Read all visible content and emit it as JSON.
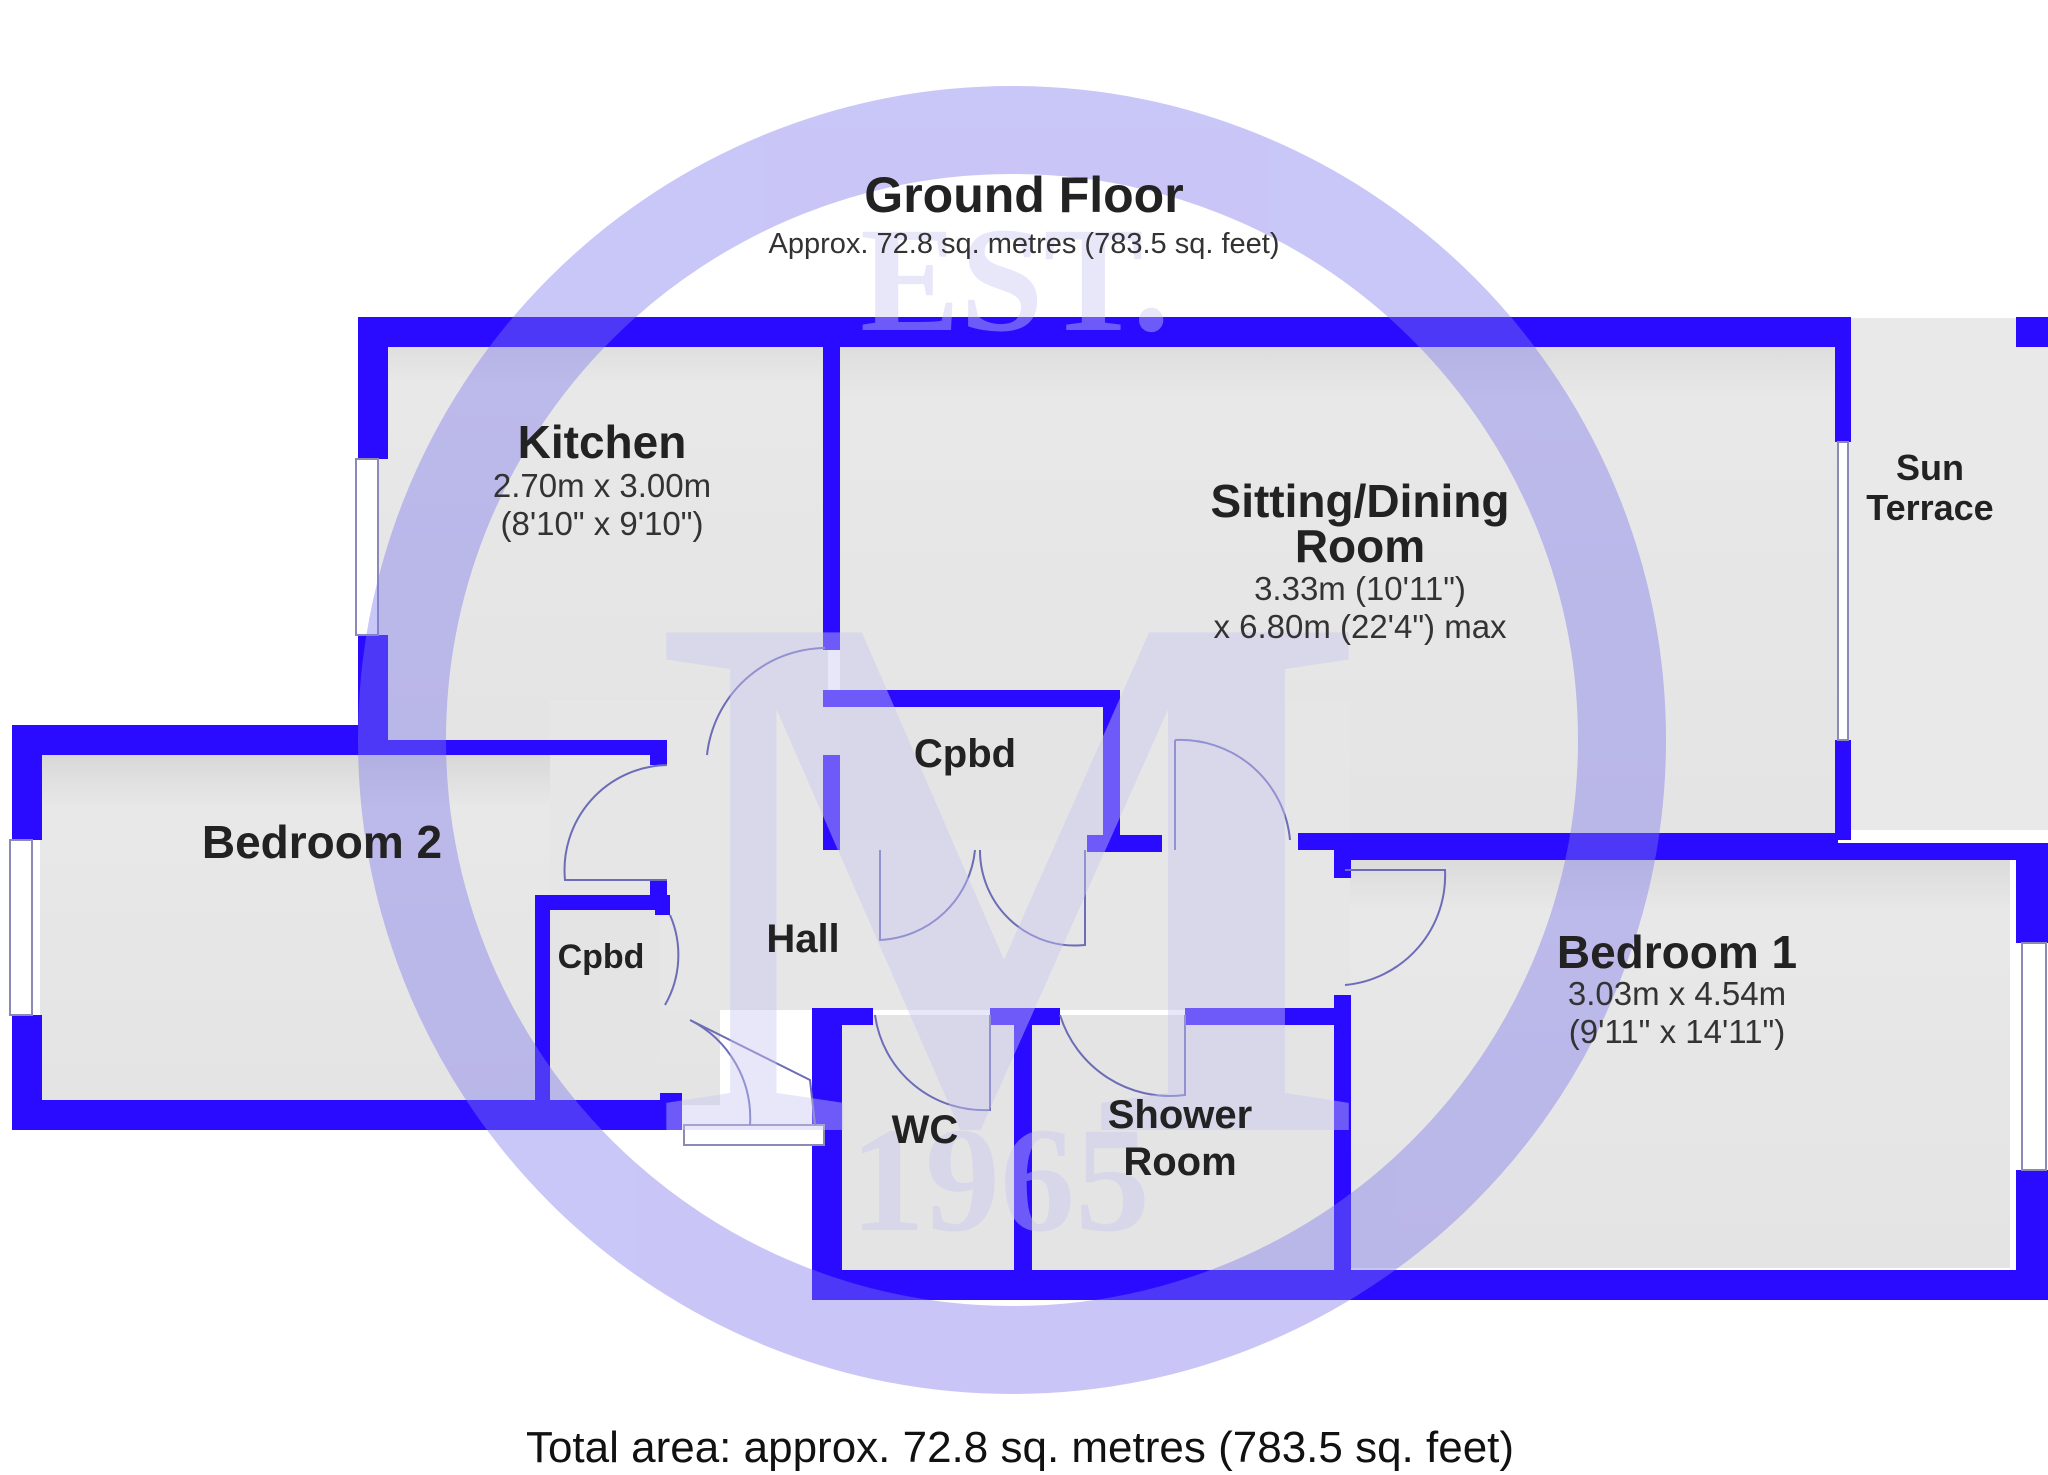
{
  "header": {
    "title": "Ground Floor",
    "area": "Approx. 72.8 sq. metres (783.5 sq. feet)"
  },
  "rooms": {
    "kitchen": {
      "name": "Kitchen",
      "dim_metric": "2.70m x 3.00m",
      "dim_imperial": "(8'10\" x 9'10\")"
    },
    "sitting": {
      "name_line1": "Sitting/Dining",
      "name_line2": "Room",
      "dim_line1": "3.33m (10'11\")",
      "dim_line2": "x 6.80m (22'4\") max"
    },
    "sun_terrace": {
      "name_line1": "Sun",
      "name_line2": "Terrace"
    },
    "cupboard_top": {
      "name": "Cpbd"
    },
    "cupboard_left": {
      "name": "Cpbd"
    },
    "bedroom2": {
      "name": "Bedroom 2"
    },
    "hall": {
      "name": "Hall"
    },
    "bedroom1": {
      "name": "Bedroom 1",
      "dim_metric": "3.03m x 4.54m",
      "dim_imperial": "(9'11\" x 14'11\")"
    },
    "wc": {
      "name": "WC"
    },
    "shower": {
      "name_line1": "Shower",
      "name_line2": "Room"
    }
  },
  "watermark": {
    "text_top": "EST.",
    "text_bottom": "1965",
    "letter": "M",
    "color": "#a09df0"
  },
  "footer": {
    "total": "Total area: approx. 72.8 sq. metres (783.5 sq. feet)"
  },
  "colors": {
    "wall": "#2b0bff",
    "floor": "#e6e6e6",
    "terrace": "#e9e9e9"
  }
}
